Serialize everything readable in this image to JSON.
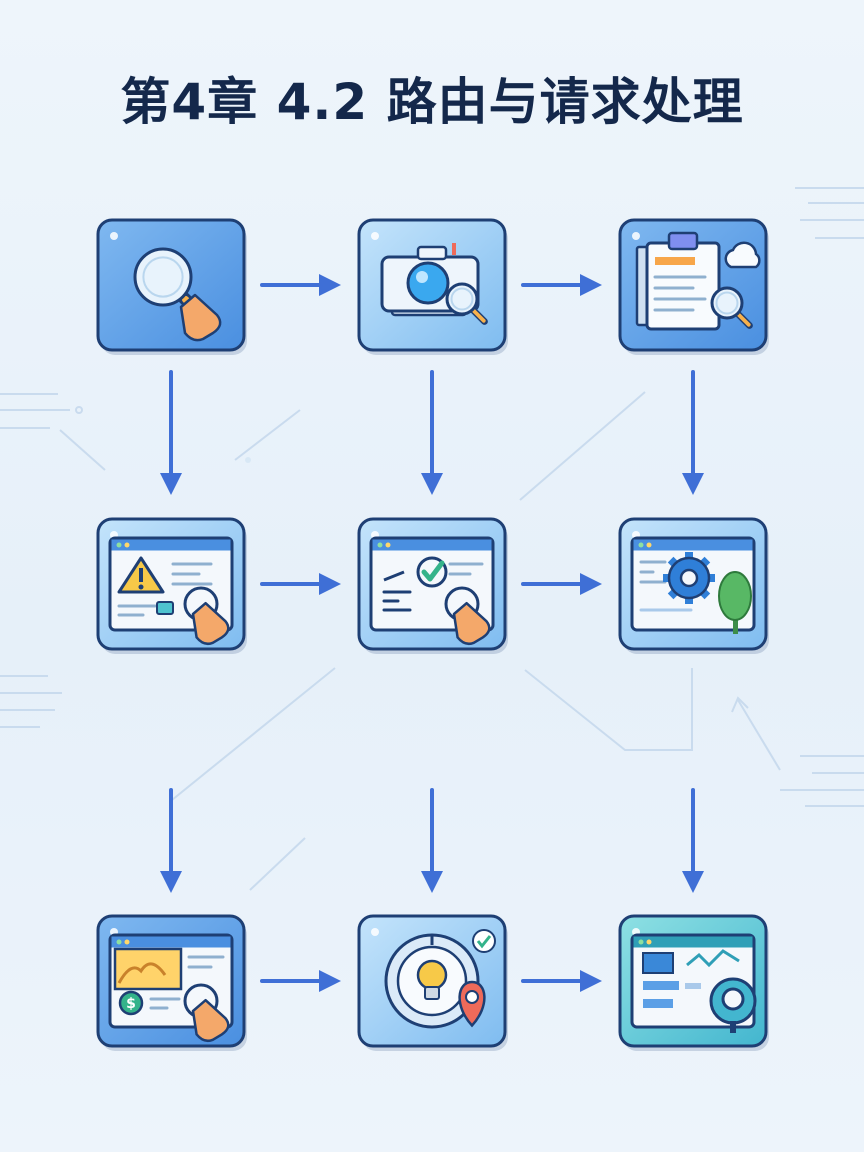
{
  "title": "第4章 4.2 路由与请求处理",
  "colors": {
    "tile_border": "#1e3f74",
    "tile_blue": "#5b9fe6",
    "tile_light": "#9dcdf5",
    "tile_teal": "#4ec3cf",
    "arrow": "#3f6fd6",
    "skin": "#f4a86a",
    "warning": "#f7c948",
    "check": "#34b38a",
    "pin": "#ee6a5a",
    "tree": "#58b865"
  },
  "nodes": [
    {
      "id": "search",
      "icon": "magnifier-hand-icon",
      "theme": "blue"
    },
    {
      "id": "camera",
      "icon": "camera-search-icon",
      "theme": "light"
    },
    {
      "id": "docs",
      "icon": "clipboard-cloud-icon",
      "theme": "blue"
    },
    {
      "id": "warning",
      "icon": "warning-window-icon",
      "theme": "light"
    },
    {
      "id": "verify",
      "icon": "checkmark-window-icon",
      "theme": "light"
    },
    {
      "id": "settings",
      "icon": "gear-tree-window-icon",
      "theme": "light"
    },
    {
      "id": "payment",
      "icon": "chart-dollar-window-icon",
      "theme": "blue"
    },
    {
      "id": "idea",
      "icon": "lightbulb-pin-icon",
      "theme": "light"
    },
    {
      "id": "dashboard",
      "icon": "dashboard-pin-icon",
      "theme": "teal"
    }
  ],
  "edges": [
    [
      "search",
      "camera"
    ],
    [
      "camera",
      "docs"
    ],
    [
      "search",
      "warning"
    ],
    [
      "camera",
      "verify"
    ],
    [
      "docs",
      "settings"
    ],
    [
      "warning",
      "verify"
    ],
    [
      "verify",
      "settings"
    ],
    [
      "payment",
      "idea"
    ],
    [
      "idea",
      "dashboard"
    ]
  ],
  "down_arrows_bottom": [
    0,
    1,
    2
  ]
}
